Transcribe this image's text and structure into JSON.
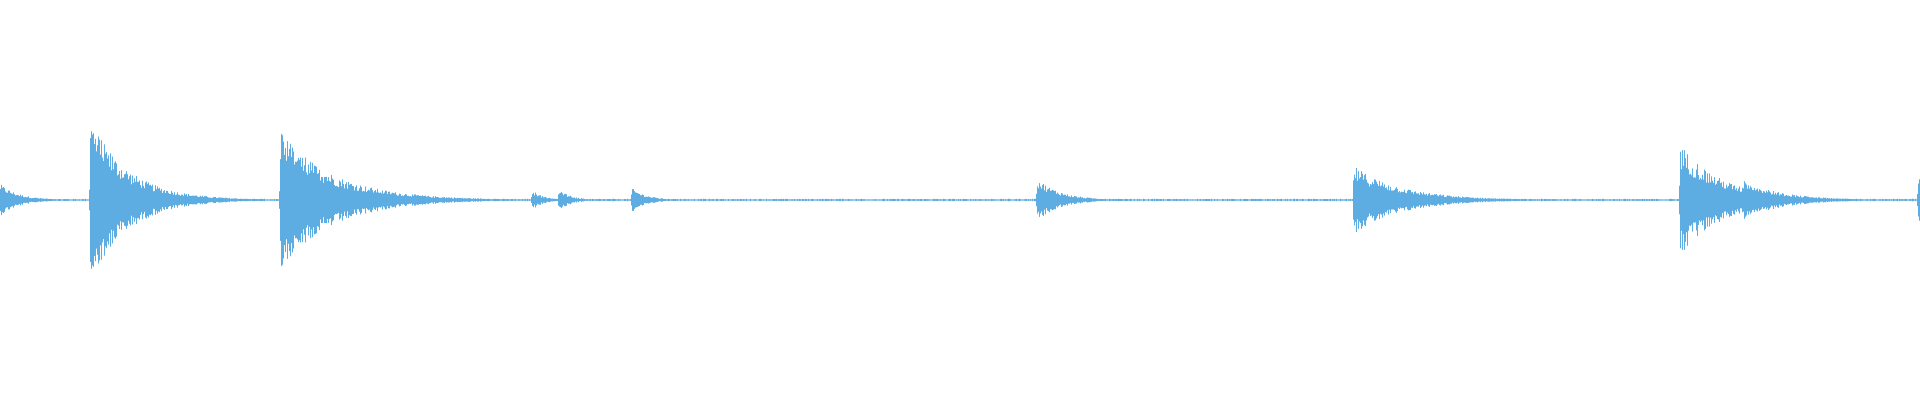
{
  "waveform": {
    "color": "#5dade2",
    "background": "#ffffff",
    "duration_fraction_events": [
      {
        "at": 0.0,
        "peak": 0.08,
        "decay": 0.01
      },
      {
        "at": 0.047,
        "peak": 0.4,
        "decay": 0.02
      },
      {
        "at": 0.146,
        "peak": 0.34,
        "decay": 0.028
      },
      {
        "at": 0.277,
        "peak": 0.05,
        "decay": 0.006
      },
      {
        "at": 0.291,
        "peak": 0.06,
        "decay": 0.006
      },
      {
        "at": 0.329,
        "peak": 0.06,
        "decay": 0.008
      },
      {
        "at": 0.54,
        "peak": 0.11,
        "decay": 0.012
      },
      {
        "at": 0.705,
        "peak": 0.17,
        "decay": 0.025
      },
      {
        "at": 0.875,
        "peak": 0.28,
        "decay": 0.022
      },
      {
        "at": 0.908,
        "peak": 0.1,
        "decay": 0.02
      },
      {
        "at": 0.999,
        "peak": 0.12,
        "decay": 0.004
      }
    ],
    "noise_floor": 0.004
  }
}
